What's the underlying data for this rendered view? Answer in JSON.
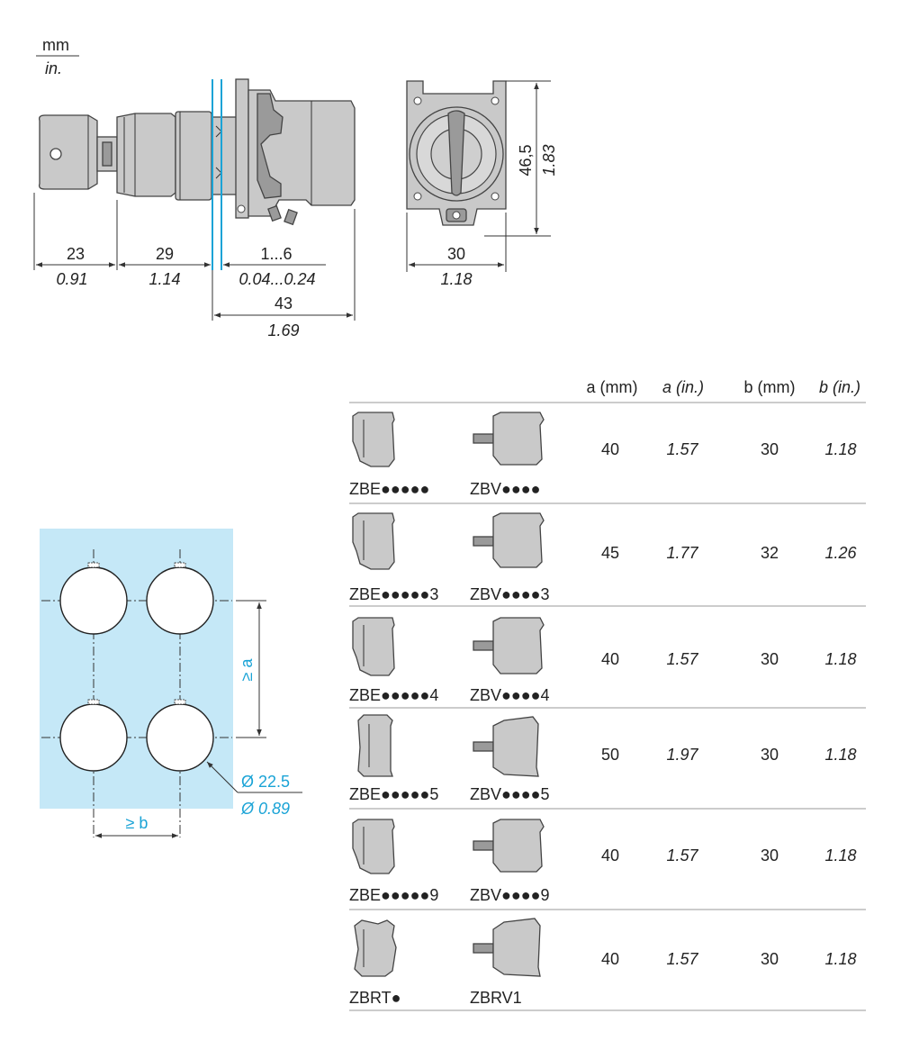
{
  "units": {
    "mm": "mm",
    "in": "in."
  },
  "side_view": {
    "dims": [
      {
        "mm": "23",
        "in": "0.91"
      },
      {
        "mm": "29",
        "in": "1.14"
      },
      {
        "mm": "1...6",
        "in": "0.04...0.24"
      }
    ],
    "overall": {
      "mm": "43",
      "in": "1.69"
    }
  },
  "front_view": {
    "height": {
      "mm": "46,5",
      "in": "1.83"
    },
    "width": {
      "mm": "30",
      "in": "1.18"
    }
  },
  "cutout": {
    "spacing_a": "≥ a",
    "spacing_b": "≥ b",
    "hole_mm": "Ø 22.5",
    "hole_in": "Ø 0.89"
  },
  "table": {
    "headers": [
      "a (mm)",
      "a (in.)",
      "b (mm)",
      "b (in.)"
    ],
    "rows": [
      {
        "left": "ZBE●●●●●",
        "right": "ZBV●●●●",
        "a_mm": "40",
        "a_in": "1.57",
        "b_mm": "30",
        "b_in": "1.18"
      },
      {
        "left": "ZBE●●●●●3",
        "right": "ZBV●●●●3",
        "a_mm": "45",
        "a_in": "1.77",
        "b_mm": "32",
        "b_in": "1.26"
      },
      {
        "left": "ZBE●●●●●4",
        "right": "ZBV●●●●4",
        "a_mm": "40",
        "a_in": "1.57",
        "b_mm": "30",
        "b_in": "1.18"
      },
      {
        "left": "ZBE●●●●●5",
        "right": "ZBV●●●●5",
        "a_mm": "50",
        "a_in": "1.97",
        "b_mm": "30",
        "b_in": "1.18"
      },
      {
        "left": "ZBE●●●●●9",
        "right": "ZBV●●●●9",
        "a_mm": "40",
        "a_in": "1.57",
        "b_mm": "30",
        "b_in": "1.18"
      },
      {
        "left": "ZBRT●",
        "right": "ZBRV1",
        "a_mm": "40",
        "a_in": "1.57",
        "b_mm": "30",
        "b_in": "1.18"
      }
    ]
  },
  "colors": {
    "panel": "#c5e8f7",
    "accent": "#1aa3d6",
    "part": "#c9c9c9"
  }
}
